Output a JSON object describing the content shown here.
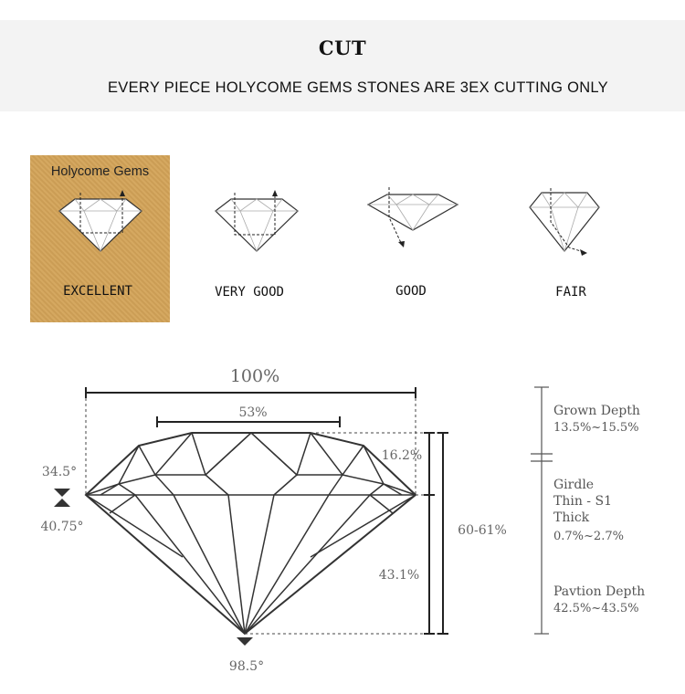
{
  "header": {
    "title": "CUT",
    "subtitle": "EVERY PIECE HOLYCOME GEMS STONES ARE 3EX CUTTING ONLY"
  },
  "grades": {
    "brand": "Holycome Gems",
    "items": [
      {
        "label": "EXCELLENT",
        "highlight": true,
        "icon": "diamond-light-return-icon"
      },
      {
        "label": "VERY GOOD",
        "icon": "diamond-light-return-icon"
      },
      {
        "label": "GOOD",
        "icon": "diamond-light-leak-shallow-icon"
      },
      {
        "label": "FAIR",
        "icon": "diamond-light-leak-deep-icon"
      }
    ],
    "highlight_color": "#d3a358"
  },
  "proportions": {
    "width": "100%",
    "table": "53%",
    "crown_height": "16.2%",
    "pavilion_height": "43.1%",
    "total_depth": "60-61%",
    "crown_angle": "34.5°",
    "pavilion_angle": "40.75°",
    "culet_angle": "98.5°"
  },
  "specs": {
    "crown": {
      "label": "Grown Depth",
      "value": "13.5%~15.5%"
    },
    "girdle": {
      "label_1": "Girdle",
      "label_2": "Thin - S1",
      "label_3": "Thick",
      "value": "0.7%~2.7%"
    },
    "pavilion": {
      "label": "Pavtion Depth",
      "value": "42.5%~43.5%"
    }
  }
}
